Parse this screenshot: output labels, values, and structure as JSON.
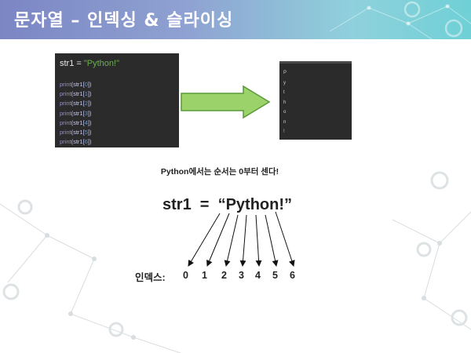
{
  "title": "문자열 – 인덱싱 & 슬라이싱",
  "code": {
    "assign_var": "str1 = ",
    "assign_str": "\"Python!\"",
    "lines": [
      {
        "fn": "print",
        "pre": "(str1[",
        "idx": "0",
        "post": "])"
      },
      {
        "fn": "print",
        "pre": "(str1[",
        "idx": "1",
        "post": "])"
      },
      {
        "fn": "print",
        "pre": "(str1[",
        "idx": "2",
        "post": "])"
      },
      {
        "fn": "print",
        "pre": "(str1[",
        "idx": "3",
        "post": "])"
      },
      {
        "fn": "print",
        "pre": "(str1[",
        "idx": "4",
        "post": "])"
      },
      {
        "fn": "print",
        "pre": "(str1[",
        "idx": "5",
        "post": "])"
      },
      {
        "fn": "print",
        "pre": "(str1[",
        "idx": "6",
        "post": "])"
      }
    ]
  },
  "output_chars": [
    "P",
    "y",
    "t",
    "h",
    "o",
    "n",
    "!"
  ],
  "note": "Python에서는 순서는 0부터 센다!",
  "expression": "str1  =  “Python!”",
  "index_label": "인덱스:",
  "indices": [
    "0",
    "1",
    "2",
    "3",
    "4",
    "5",
    "6"
  ],
  "colors": {
    "title_gradient_start": "#7b86c4",
    "title_gradient_end": "#6fd0d6",
    "arrow_fill": "#9bd36a",
    "arrow_stroke": "#5a9a3a",
    "code_bg": "#2b2b2b"
  }
}
